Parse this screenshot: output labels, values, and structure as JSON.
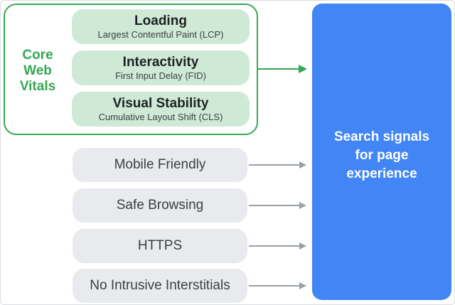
{
  "colors": {
    "green": "#34a853",
    "green_light": "#ceead6",
    "blue": "#4285f4",
    "gray_pill": "#e8eaed",
    "gray_arrow": "#9aa0a6",
    "text_dark": "#3c4043",
    "text_title": "#202124",
    "white": "#ffffff"
  },
  "core_web_vitals": {
    "label": "Core Web Vitals",
    "items": [
      {
        "title": "Loading",
        "subtitle": "Largest Contentful Paint (LCP)"
      },
      {
        "title": "Interactivity",
        "subtitle": "First Input Delay (FID)"
      },
      {
        "title": "Visual Stability",
        "subtitle": "Cumulative Layout Shift (CLS)"
      }
    ]
  },
  "other_signals": [
    {
      "label": "Mobile Friendly"
    },
    {
      "label": "Safe Browsing"
    },
    {
      "label": "HTTPS"
    },
    {
      "label": "No Intrusive Interstitials"
    }
  ],
  "result_box": {
    "text": "Search signals for page experience",
    "lines": [
      "Search signals",
      "for page",
      "experience"
    ]
  }
}
